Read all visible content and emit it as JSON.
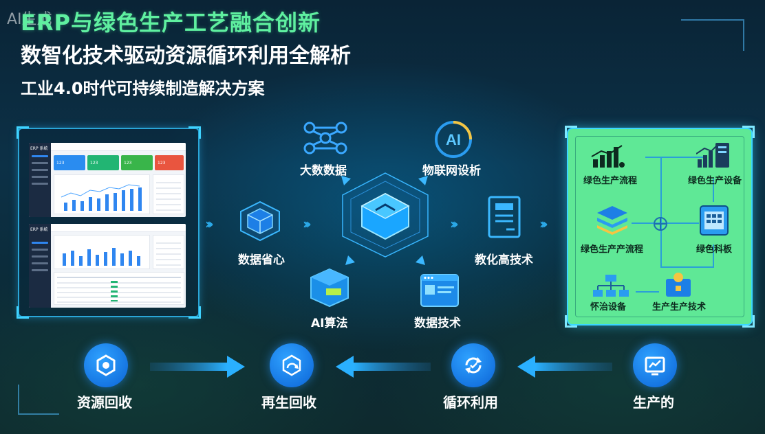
{
  "header": {
    "watermark": "AI生成",
    "title_line1": "ERP与绿色生产工艺融合创新",
    "title_line2": "数智化技术驱动资源循环利用全解析",
    "title_line3": "工业4.0时代可持续制造解决方案"
  },
  "dashboard": {
    "screen1_logo": "ERP 系统",
    "screen2_logo": "ERP 系统",
    "stat_cards": [
      "123",
      "123",
      "123",
      "123"
    ],
    "stat_card_colors": [
      "#2a8cf0",
      "#22b573",
      "#39b54a",
      "#e9553f"
    ]
  },
  "flow_center": {
    "big_data_label": "大数数据",
    "iot_label": "物联网设析",
    "data_center_label": "数据省心",
    "edu_tech_label": "教化高技术",
    "ai_algo_label": "AI算法",
    "data_tech_label": "数据技术",
    "iot_icon_text": "AI"
  },
  "green_panel": {
    "item1": "绿色生产流程",
    "item2": "绿色生产设备",
    "item3": "绿色生产产流程",
    "item4": "绿色科板",
    "item5": "怀治设备",
    "item6": "生产生产技术"
  },
  "bottom_flow": {
    "step1": "资源回收",
    "step2": "再生回收",
    "step3": "循环利用",
    "step4": "生产的"
  },
  "colors": {
    "accent_blue": "#2aa6d8",
    "title_green": "#5ff0a0",
    "panel_green": "#5fe896"
  }
}
